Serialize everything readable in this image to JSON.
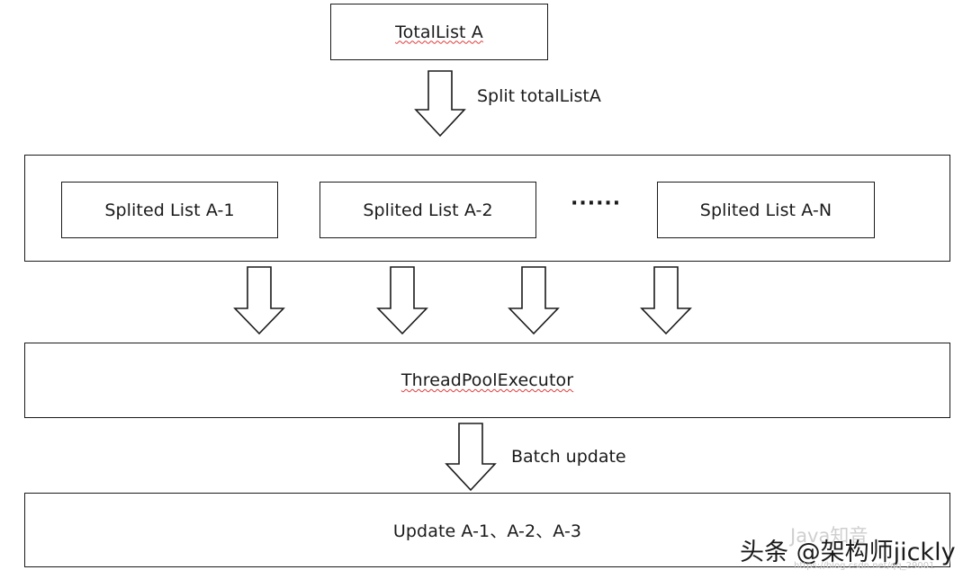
{
  "diagram": {
    "total_list": "TotalList A",
    "split_label": "Split totalListA",
    "splited_lists": [
      "Splited List A-1",
      "Splited List A-2",
      "Splited List A-N"
    ],
    "ellipsis": "······",
    "executor": "ThreadPoolExecutor",
    "batch_label": "Batch update",
    "update_box": "Update A-1、A-2、A-3"
  },
  "watermark": {
    "main": "头条 @架构师jickly",
    "faded": "Java知音",
    "url": "https://blog.csdn.net/qq_29001"
  }
}
